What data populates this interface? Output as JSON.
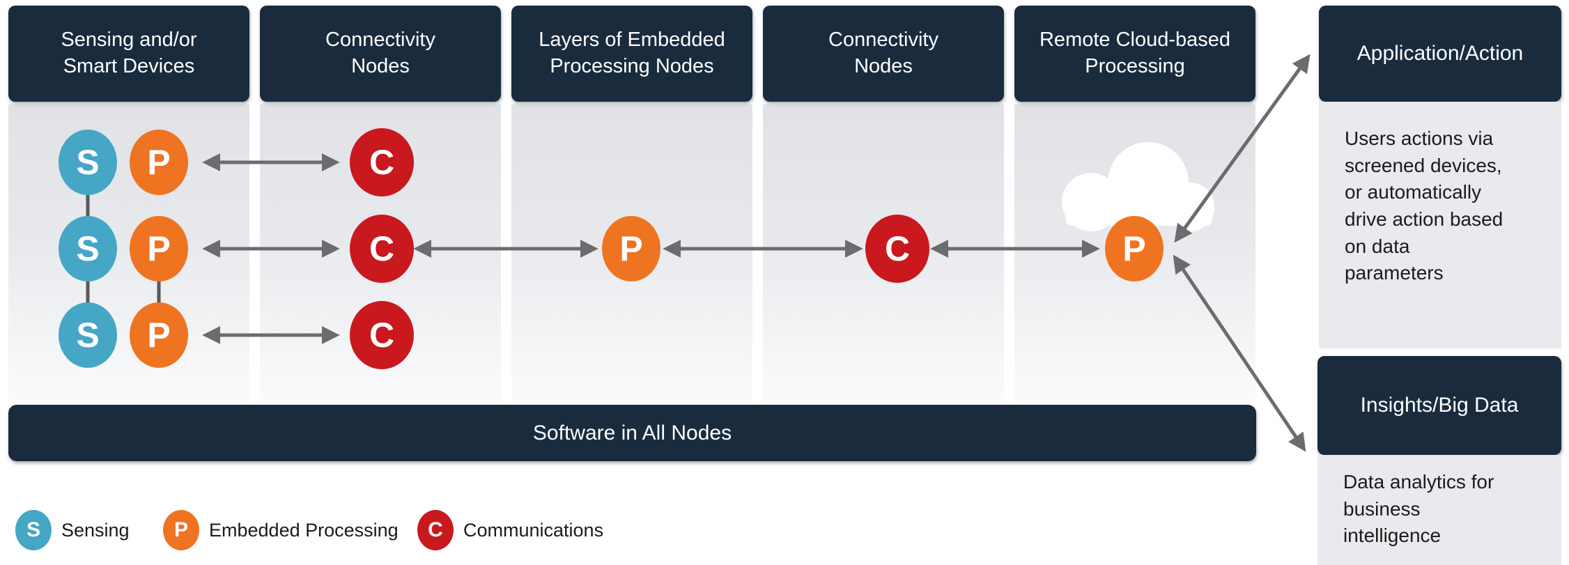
{
  "columns": [
    {
      "id": "sensing-devices",
      "line1": "Sensing and/or",
      "line2": "Smart Devices"
    },
    {
      "id": "connectivity-nodes-1",
      "line1": "Connectivity",
      "line2": "Nodes"
    },
    {
      "id": "embedded-processing",
      "line1": "Layers of Embedded",
      "line2": "Processing Nodes"
    },
    {
      "id": "connectivity-nodes-2",
      "line1": "Connectivity",
      "line2": "Nodes"
    },
    {
      "id": "cloud-processing",
      "line1": "Remote Cloud-based",
      "line2": "Processing"
    }
  ],
  "software_bar": {
    "label": "Software in All Nodes"
  },
  "right_panel": {
    "application": {
      "title": "Application/Action",
      "body": "Users actions via\nscreened devices,\nor automatically\ndrive action based\non data\nparameters"
    },
    "insights": {
      "title": "Insights/Big Data",
      "body": "Data analytics for\nbusiness\nintelligence"
    }
  },
  "nodes": [
    {
      "letter": "S",
      "type": "sensing"
    },
    {
      "letter": "P",
      "type": "embedded-processing"
    },
    {
      "letter": "C",
      "type": "communications"
    },
    {
      "letter": "S",
      "type": "sensing"
    },
    {
      "letter": "P",
      "type": "embedded-processing"
    },
    {
      "letter": "C",
      "type": "communications"
    },
    {
      "letter": "P",
      "type": "embedded-processing"
    },
    {
      "letter": "C",
      "type": "communications"
    },
    {
      "letter": "P",
      "type": "embedded-processing"
    },
    {
      "letter": "S",
      "type": "sensing"
    },
    {
      "letter": "P",
      "type": "embedded-processing"
    },
    {
      "letter": "C",
      "type": "communications"
    }
  ],
  "legend": [
    {
      "letter": "S",
      "label": "Sensing",
      "color": "#45a6c6"
    },
    {
      "letter": "P",
      "label": "Embedded Processing",
      "color": "#ef7422"
    },
    {
      "letter": "C",
      "label": "Communications",
      "color": "#c9181e"
    }
  ],
  "colors": {
    "navy": "#1a2b3e",
    "sensing_blue": "#45a6c6",
    "processing_orange": "#ef7422",
    "communications_red": "#c9181e",
    "arrow_gray": "#6b6c6e",
    "panel_gray": "#e9eaed"
  }
}
